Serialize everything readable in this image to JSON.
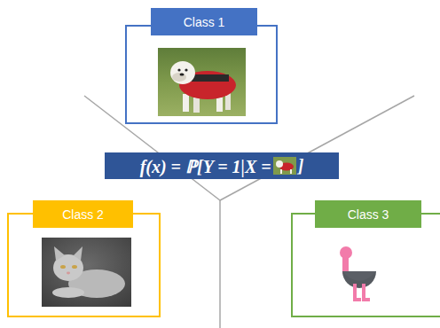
{
  "diagram": {
    "nodes": [
      {
        "text": [
          "Class 1"
        ]
      },
      {
        "text": [
          "f(x) = ℙ[Y = 1|X = ",
          "]"
        ]
      },
      {
        "text": [
          "Class 2"
        ]
      },
      {
        "text": [
          "Class 3"
        ]
      }
    ]
  }
}
